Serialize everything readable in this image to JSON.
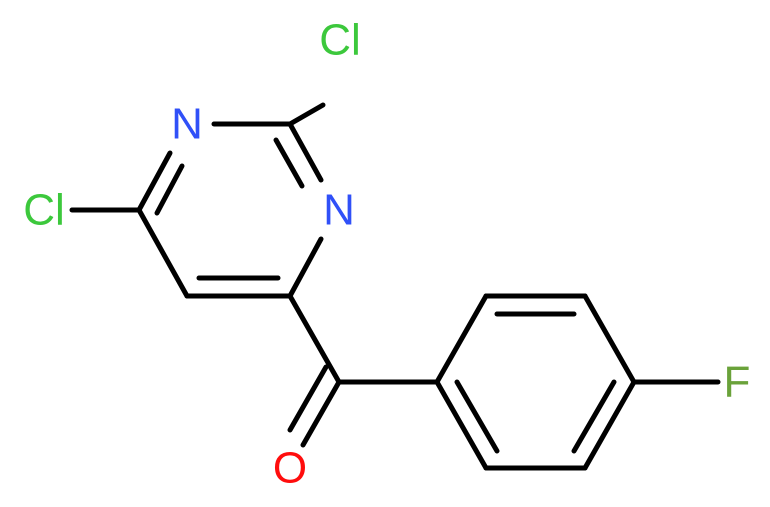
{
  "molecule": {
    "atoms": {
      "cl_top": {
        "symbol": "Cl",
        "color": "#3cc83c"
      },
      "cl_left": {
        "symbol": "Cl",
        "color": "#3cc83c"
      },
      "n_left": {
        "symbol": "N",
        "color": "#3050f8"
      },
      "n_right": {
        "symbol": "N",
        "color": "#3050f8"
      },
      "o": {
        "symbol": "O",
        "color": "#ff0d0d"
      },
      "f": {
        "symbol": "F",
        "color": "#6aa23a"
      }
    },
    "bond_color": "#000000"
  }
}
